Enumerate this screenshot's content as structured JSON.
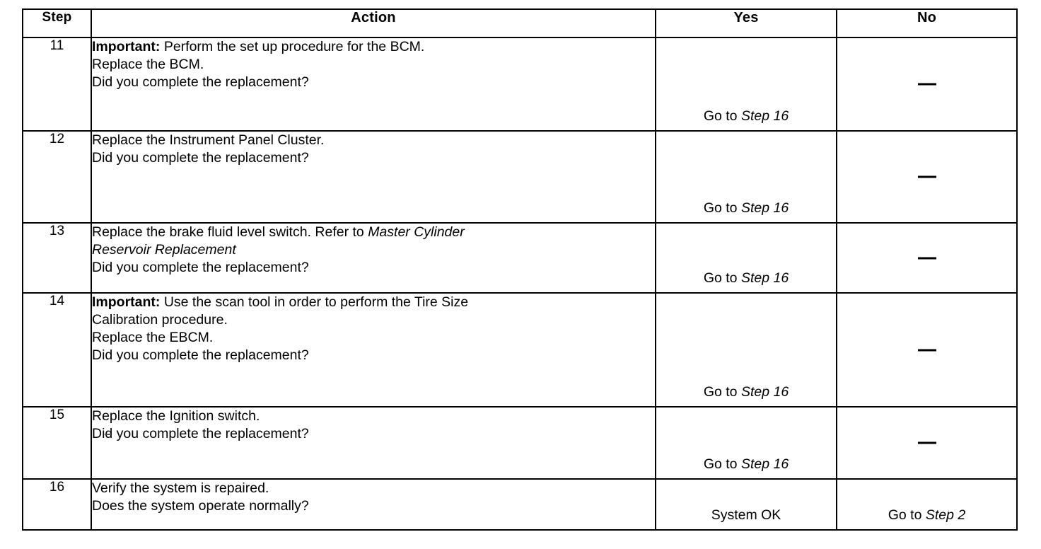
{
  "table": {
    "columns": [
      {
        "key": "step",
        "label": "Step"
      },
      {
        "key": "action",
        "label": "Action"
      },
      {
        "key": "yes",
        "label": "Yes"
      },
      {
        "key": "no",
        "label": "No"
      }
    ],
    "rows": [
      {
        "step": "11",
        "action_lines": [
          {
            "bold_prefix": "Important:",
            "text": " Perform the set up procedure for the BCM."
          },
          {
            "text": "Replace the BCM."
          },
          {
            "text": "Did you complete the replacement?"
          }
        ],
        "action_plain": "Important: Perform the set up procedure for the BCM. Replace the BCM. Did you complete the replacement?",
        "yes": "Go to Step 16",
        "yes_plain_prefix": "Go to ",
        "yes_italic": "Step 16",
        "no": "—"
      },
      {
        "step": "12",
        "action_lines": [
          {
            "text": "Replace the Instrument Panel Cluster."
          },
          {
            "text": "Did you complete the replacement?"
          }
        ],
        "action_plain": "Replace the Instrument Panel Cluster. Did you complete the replacement?",
        "yes": "Go to Step 16",
        "yes_plain_prefix": "Go to ",
        "yes_italic": "Step 16",
        "no": "—"
      },
      {
        "step": "13",
        "action_lines": [
          {
            "text": "Replace the brake fluid level switch. Refer to ",
            "italic_suffix": "Master Cylinder"
          },
          {
            "italic_text": "Reservoir Replacement"
          },
          {
            "text": "Did you complete the replacement?"
          }
        ],
        "action_plain": "Replace the brake fluid level switch. Refer to Master Cylinder Reservoir Replacement Did you complete the replacement?",
        "yes": "Go to Step 16",
        "yes_plain_prefix": "Go to ",
        "yes_italic": "Step 16",
        "no": "—"
      },
      {
        "step": "14",
        "action_lines": [
          {
            "bold_prefix": "Important:",
            "text": " Use the scan tool in order to perform the Tire Size"
          },
          {
            "text": "Calibration procedure."
          },
          {
            "text": "Replace the EBCM."
          },
          {
            "text": "Did you complete the replacement?"
          }
        ],
        "action_plain": "Important: Use the scan tool in order to perform the Tire Size Calibration procedure. Replace the EBCM. Did you complete the replacement?",
        "yes": "Go to Step 16",
        "yes_plain_prefix": "Go to ",
        "yes_italic": "Step 16",
        "no": "—"
      },
      {
        "step": "15",
        "action_lines": [
          {
            "text": "Replace the Ignition switch."
          },
          {
            "text": "Did you complete the replacement?"
          }
        ],
        "action_plain": "Replace the Ignition switch. Did you complete the replacement?",
        "yes": "Go to Step 16",
        "yes_plain_prefix": "Go to ",
        "yes_italic": "Step 16",
        "no": "—"
      },
      {
        "step": "16",
        "action_lines": [
          {
            "text": "Verify the system is repaired."
          },
          {
            "text": "Does the system operate normally?"
          }
        ],
        "action_plain": "Verify the system is repaired. Does the system operate normally?",
        "yes": "System OK",
        "yes_plain_prefix": "System OK",
        "yes_italic": "",
        "no": "Go to Step 2",
        "no_plain_prefix": "Go to ",
        "no_italic": "Step 2"
      }
    ]
  }
}
